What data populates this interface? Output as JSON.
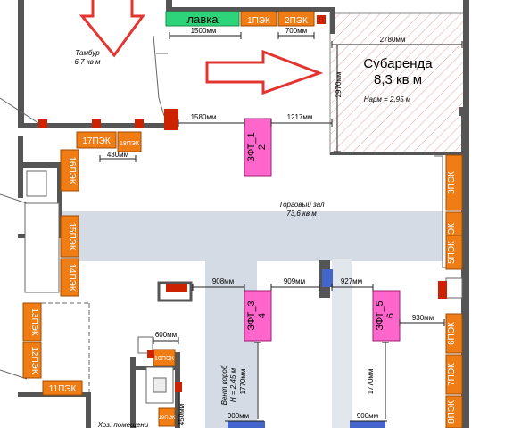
{
  "rooms": {
    "tambur": {
      "name": "Тамбур",
      "area": "6,7 кв м"
    },
    "sublease": {
      "name": "Субаренда",
      "area": "8,3 кв м",
      "note": "Нарм = 2,95 м"
    },
    "trading_hall": {
      "name": "Торговый зал",
      "area": "73,6 кв м"
    },
    "vent_shaft": {
      "name": "Вент короб",
      "height": "Н = 2,45 м"
    },
    "utility_room": {
      "name": "Хоз. помещени"
    }
  },
  "fixtures": {
    "lavka": "лавка",
    "p1": "1ПЭК",
    "p2": "2ПЭК",
    "p3": "3ПЭК",
    "p4": "4ПЭК",
    "p5": "5ПЭК",
    "p6": "6ПЭК",
    "p7": "7ПЭК",
    "p8": "8ПЭК",
    "p10": "10ПЭК",
    "p11": "11ПЭК",
    "p12": "12ПЭК",
    "p13": "13ПЭК",
    "p14": "14ПЭК",
    "p15": "15ПЭК",
    "p16": "16ПЭК",
    "p17": "17ПЭК",
    "p18": "18ПЭК",
    "p19": "19ПЭК"
  },
  "columns": {
    "c1": {
      "name": "ЗФТ_1",
      "num": "2"
    },
    "c3": {
      "name": "ЗФТ_3",
      "num": "4"
    },
    "c5": {
      "name": "ЗФТ_5",
      "num": "6"
    }
  },
  "dimensions": {
    "d1500": "1500мм",
    "d700": "700мм",
    "d2780": "2780мм",
    "d2970": "2970мм",
    "d1580": "1580мм",
    "d1217": "1217мм",
    "d430": "430мм",
    "d908": "908мм",
    "d909": "909мм",
    "d927": "927мм",
    "d930": "930мм",
    "d600": "600мм",
    "d450": "450мм",
    "d1770a": "1770мм",
    "d1770b": "1770мм",
    "d900a": "900мм",
    "d900b": "900мм"
  },
  "colors": {
    "wall": "#555555",
    "orange": "#f07d14",
    "pink": "#ff66cc",
    "green": "#2ed47a",
    "red_arrow": "#e4342f",
    "socket_red": "#cc2200",
    "blue": "#4466cc",
    "shelf": "#d4dbe4",
    "hatch": "#e8a0a0"
  }
}
